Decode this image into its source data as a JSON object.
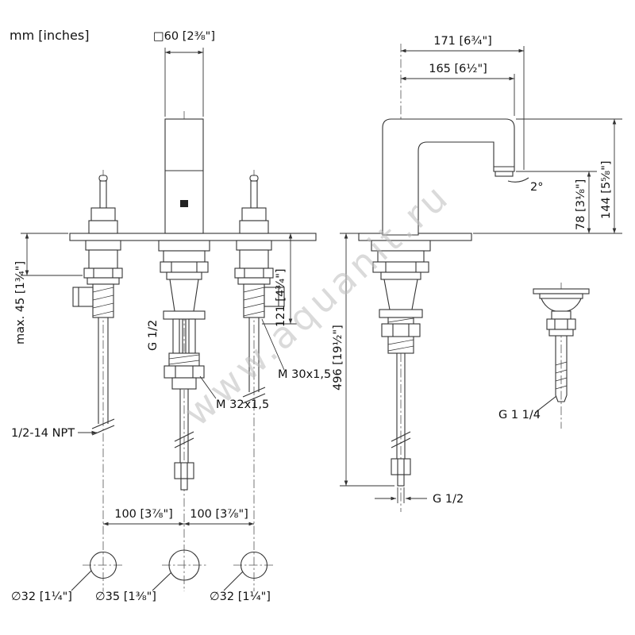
{
  "meta": {
    "units": "mm [inches]"
  },
  "watermark": "www.aquanit.ru",
  "dims": {
    "square60": "□60 [2⅜\"]",
    "d171": "171 [6¾\"]",
    "d165": "165 [6½\"]",
    "angle2": "2°",
    "d78": "78 [3⅛\"]",
    "d144": "144 [5⅝\"]",
    "max45": "max. 45 [1¾\"]",
    "g12_front": "G 1/2",
    "d121": "121 [4¾\"]",
    "d496": "496 [19½\"]",
    "m30": "M 30x1,5",
    "m32": "M 32x1,5",
    "npt": "1/2-14 NPT",
    "g12_side": "G 1/2",
    "g114": "G 1 1/4",
    "d100a": "100 [3⅞\"]",
    "d100b": "100 [3⅞\"]",
    "dia32a": "∅32 [1¼\"]",
    "dia35": "∅35 [1⅜\"]",
    "dia32b": "∅32 [1¼\"]"
  }
}
